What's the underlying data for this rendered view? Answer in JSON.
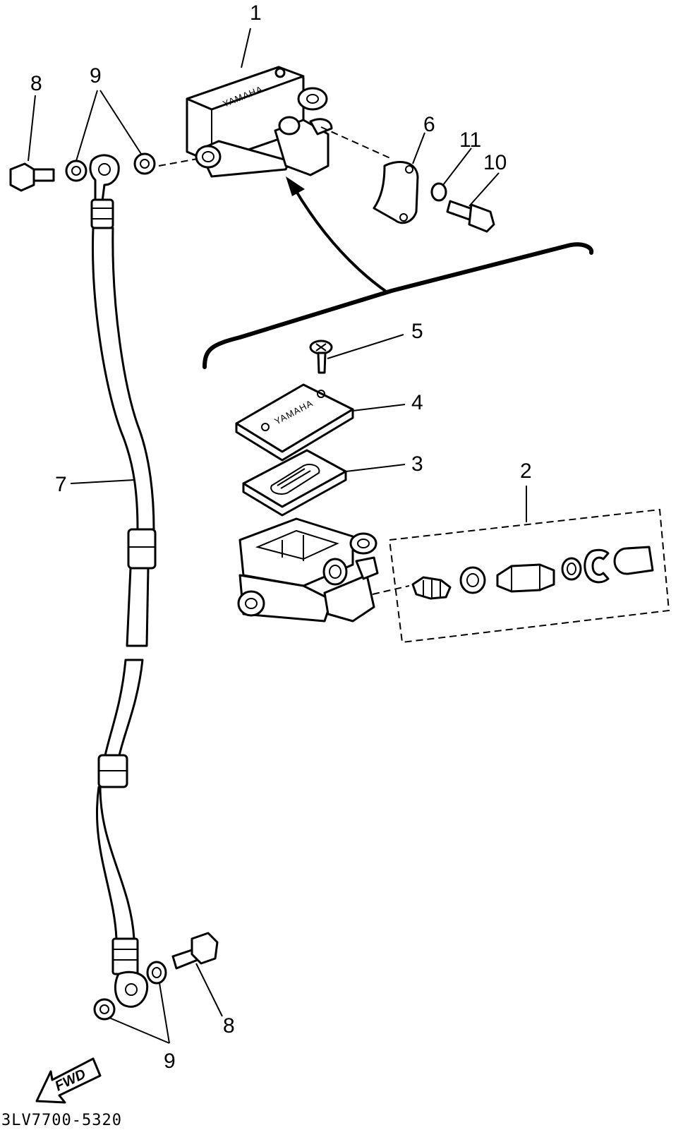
{
  "callouts": {
    "c1": "1",
    "c2": "2",
    "c3": "3",
    "c4": "4",
    "c5": "5",
    "c6": "6",
    "c7": "7",
    "c8_top": "8",
    "c8_bottom": "8",
    "c9_top": "9",
    "c9_bottom": "9",
    "c10": "10",
    "c11": "11"
  },
  "brand_mark": "YAMAHA",
  "fwd_label": "FWD",
  "diagram_code": "3LV7700-5320"
}
